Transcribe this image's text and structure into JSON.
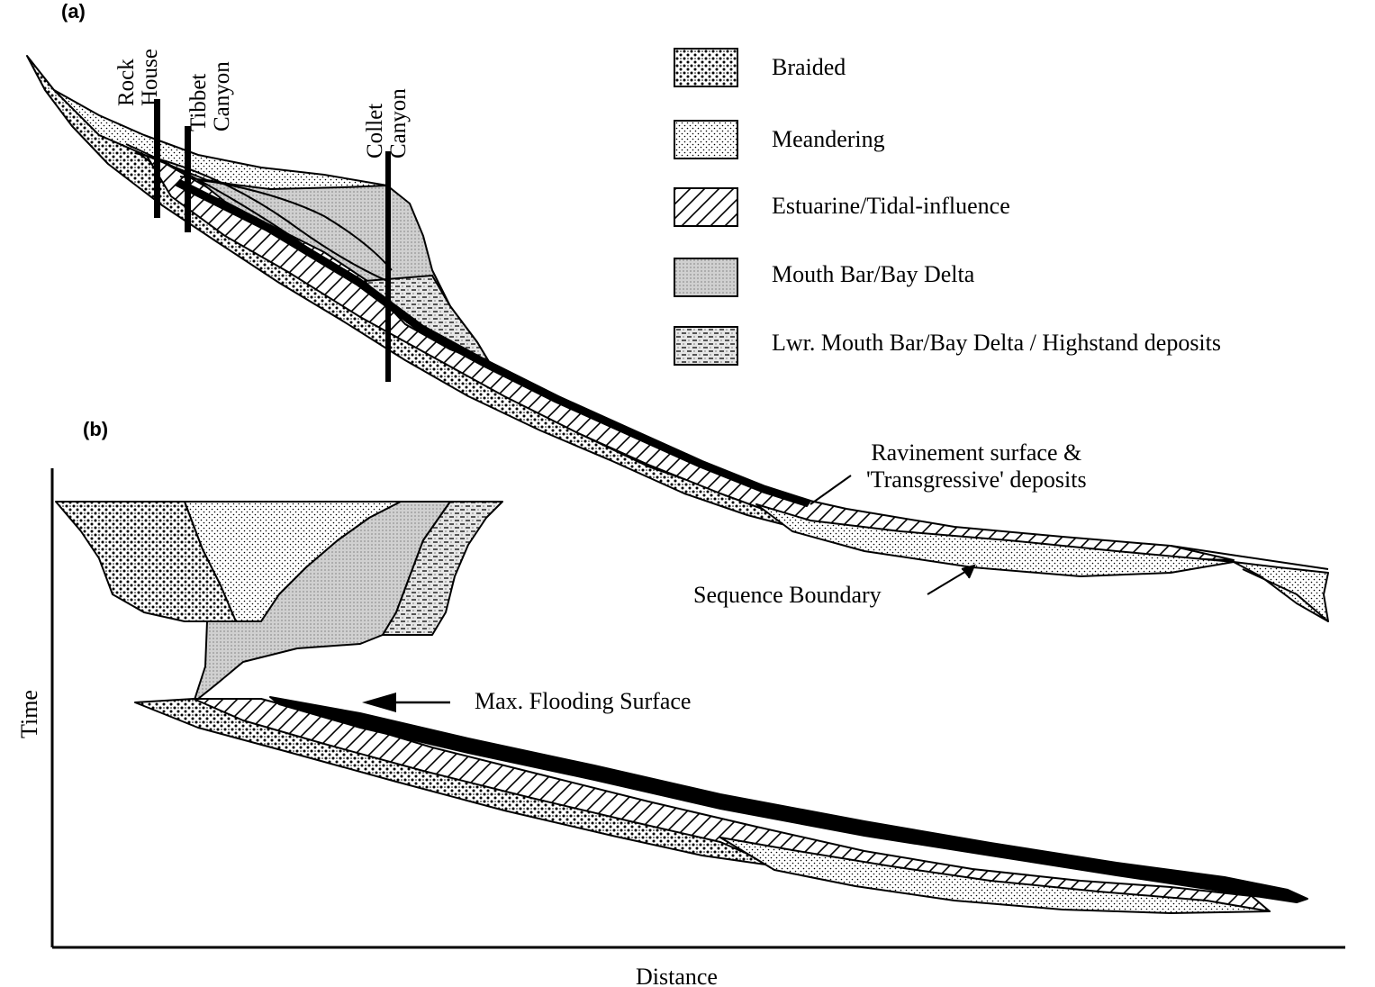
{
  "panels": {
    "a": "(a)",
    "b": "(b)"
  },
  "wells": [
    {
      "line1": "Rock",
      "line2": "House"
    },
    {
      "line1": "Tibbet",
      "line2": "Canyon"
    },
    {
      "line1": "Collet",
      "line2": "Canyon"
    }
  ],
  "legend": [
    {
      "label": "Braided",
      "pattern": "braided"
    },
    {
      "label": "Meandering",
      "pattern": "meandering"
    },
    {
      "label": "Estuarine/Tidal-influence",
      "pattern": "estuarine"
    },
    {
      "label": "Mouth Bar/Bay Delta",
      "pattern": "mouthbar"
    },
    {
      "label": "Lwr. Mouth Bar/Bay Delta / Highstand deposits",
      "pattern": "lowermouthbar"
    }
  ],
  "annotations": {
    "ravinement_line1": "Ravinement surface &",
    "ravinement_line2": "'Transgressive' deposits",
    "sequence_boundary": "Sequence Boundary",
    "max_flooding": "Max. Flooding Surface"
  },
  "axes": {
    "y_label": "Time",
    "x_label": "Distance"
  },
  "colors": {
    "ink": "#000000",
    "background": "#ffffff",
    "mouthbar_fill": "#d0d0d0"
  }
}
